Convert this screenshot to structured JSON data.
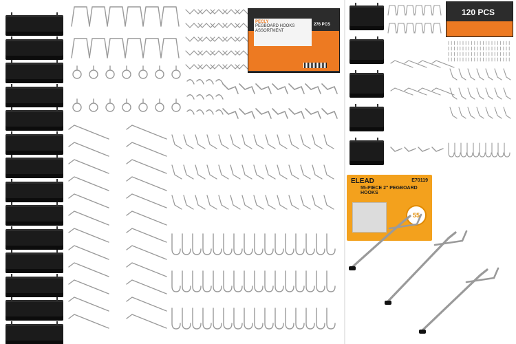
{
  "left_panel": {
    "box": {
      "brand": "PECLY",
      "title": "PEGBOARD HOOKS ASSORTMENT",
      "count": "276 PCS"
    }
  },
  "top_right_panel": {
    "box": {
      "count": "120 PCS"
    }
  },
  "bottom_right_panel": {
    "brand": "ELEAD",
    "model": "E70119",
    "description": "55-PIECE 2\" PEGBOARD HOOKS",
    "badge": "55"
  },
  "colors": {
    "bin": "#1b1b1b",
    "wire": "#9a9a9a",
    "box_accent": "#ed7a22",
    "lead_yellow": "#f3a11d"
  }
}
